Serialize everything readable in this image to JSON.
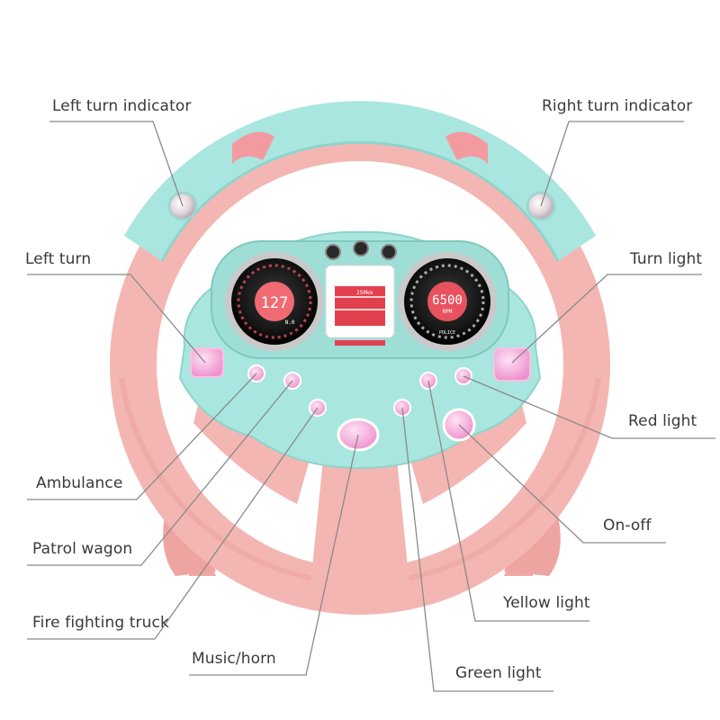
{
  "labels": {
    "left_turn_indicator": "Left turn indicator",
    "right_turn_indicator": "Right turn indicator",
    "left_turn": "Left turn",
    "turn_light": "Turn light",
    "red_light": "Red light",
    "ambulance": "Ambulance",
    "on_off": "On-off",
    "patrol_wagon": "Patrol wagon",
    "yellow_light": "Yellow light",
    "fire_fighting_truck": "Fire fighting truck",
    "music_horn": "Music/horn",
    "green_light": "Green light"
  },
  "dashboard": {
    "left_gauge_value": "127",
    "left_gauge_unit": "N.0",
    "right_gauge_value": "6500",
    "right_gauge_unit": "RPM",
    "center_readout": "250km",
    "right_gauge_caption": "POLICE"
  },
  "colors": {
    "wheel_pink": "#f3b3b0",
    "wheel_mint": "#a9e6df",
    "button_pink": "#f5a7d8",
    "leader_line": "#8a8a8a"
  }
}
